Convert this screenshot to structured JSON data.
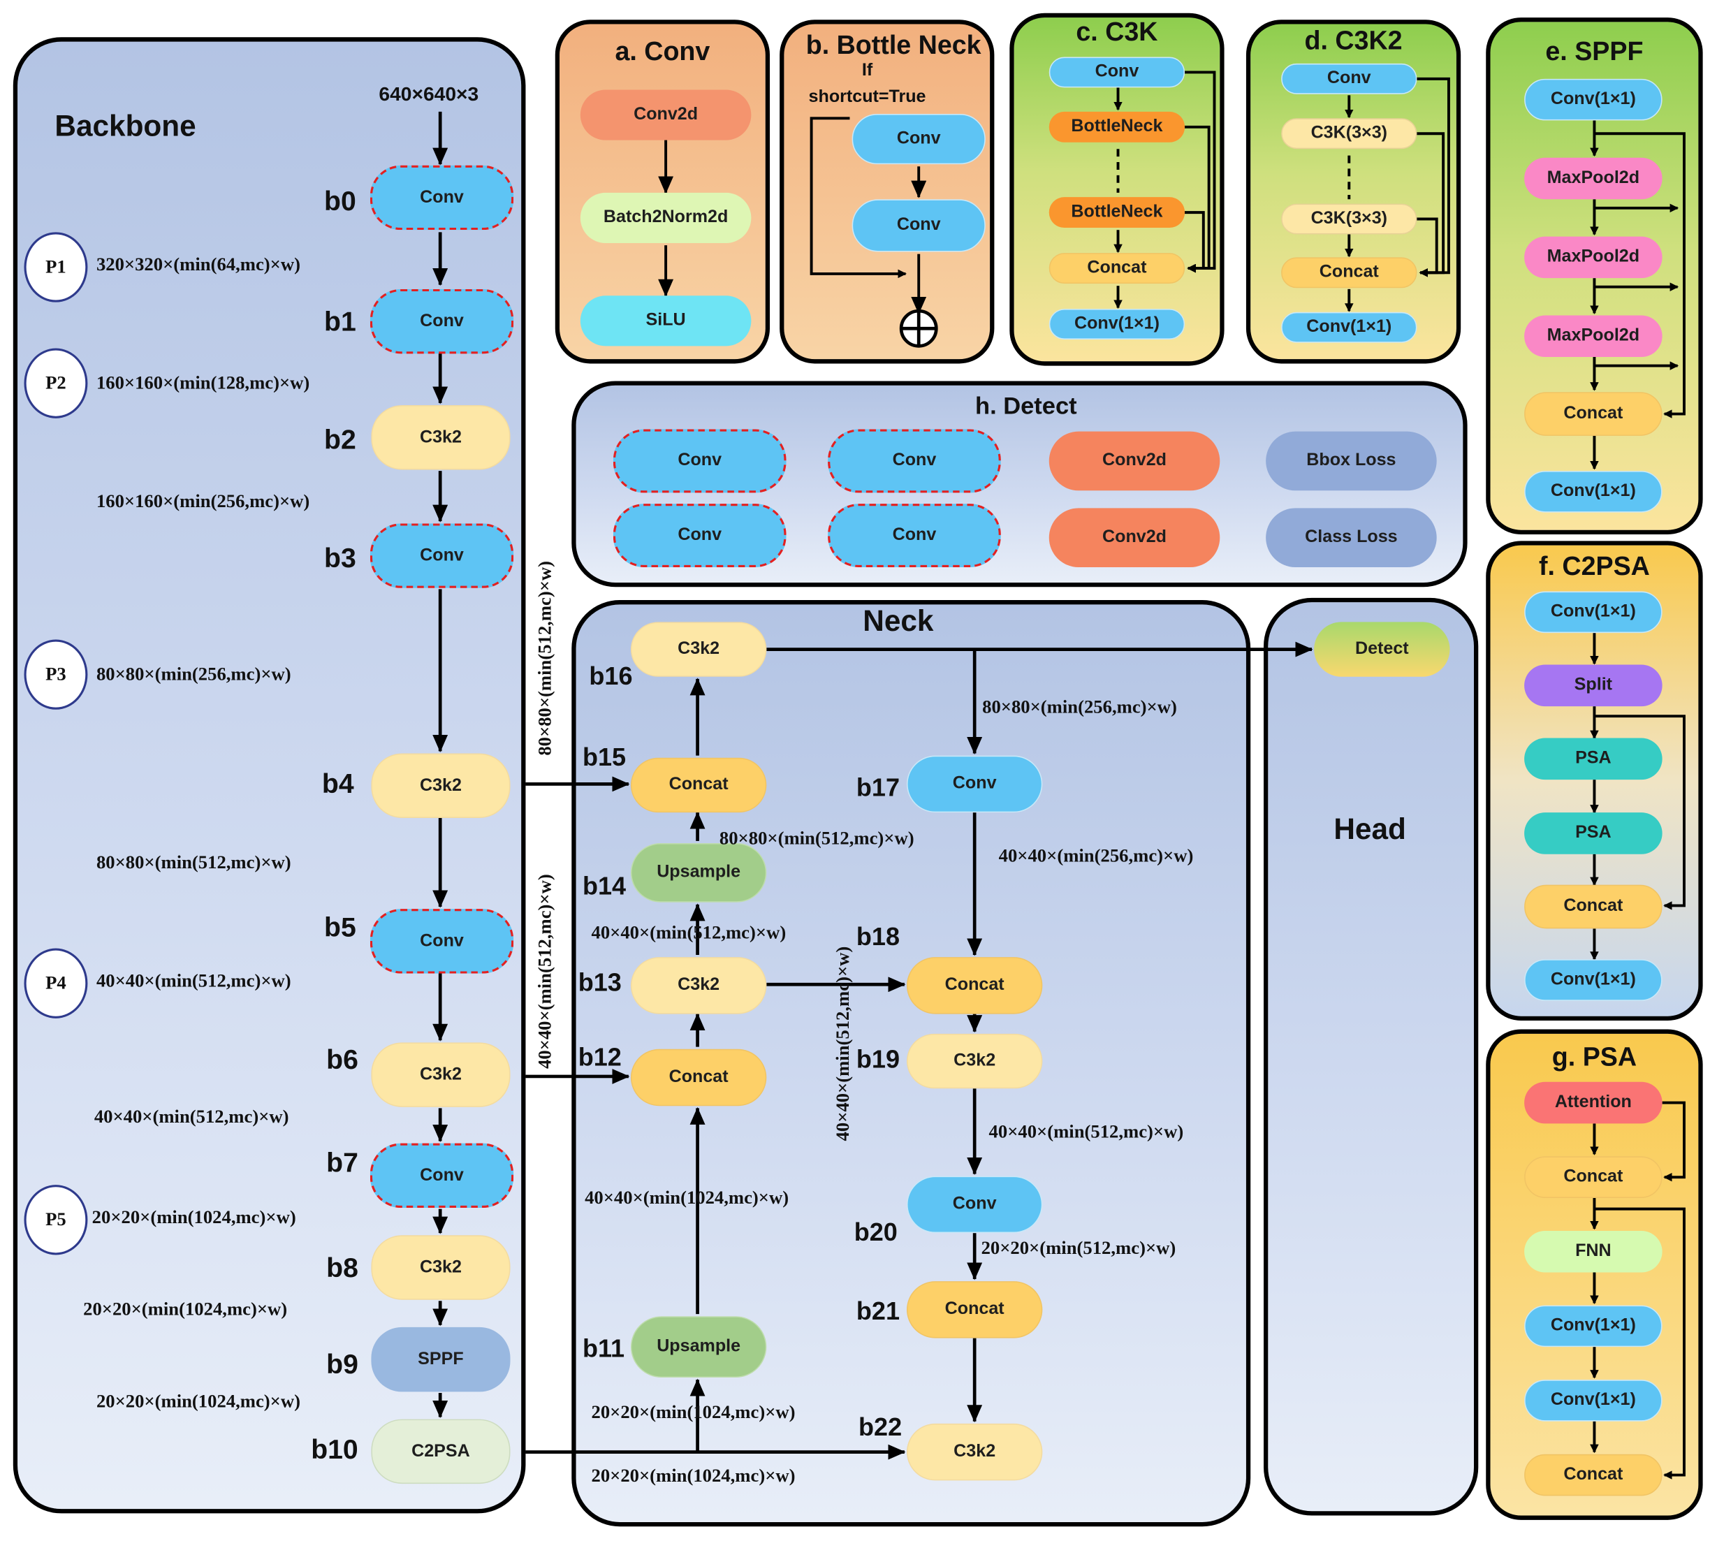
{
  "backbone": {
    "title": "Backbone",
    "input": "640×640×3",
    "blocks": [
      "b0",
      "b1",
      "b2",
      "b3",
      "b4",
      "b5",
      "b6",
      "b7",
      "b8",
      "b9",
      "b10"
    ],
    "nodes": [
      "Conv",
      "Conv",
      "C3k2",
      "Conv",
      "C3k2",
      "Conv",
      "C3k2",
      "Conv",
      "C3k2",
      "SPPF",
      "C2PSA"
    ],
    "features": [
      "P1",
      "P2",
      "P3",
      "P4",
      "P5"
    ],
    "annotations": [
      "320×320×(min(64,mc)×w)",
      "160×160×(min(128,mc)×w)",
      "160×160×(min(256,mc)×w)",
      "80×80×(min(256,mc)×w)",
      "80×80×(min(512,mc)×w)",
      "40×40×(min(512,mc)×w)",
      "40×40×(min(512,mc)×w)",
      "20×20×(min(1024,mc)×w)",
      "20×20×(min(1024,mc)×w)",
      "20×20×(min(1024,mc)×w)"
    ]
  },
  "neck": {
    "title": "Neck",
    "blocks": [
      "b11",
      "b12",
      "b13",
      "b14",
      "b15",
      "b16",
      "b17",
      "b18",
      "b19",
      "b20",
      "b21",
      "b22"
    ],
    "nodes": [
      "Upsample",
      "Concat",
      "C3k2",
      "Upsample",
      "Concat",
      "C3k2",
      "Conv",
      "Concat",
      "C3k2",
      "Conv",
      "Concat",
      "C3k2"
    ],
    "annotations": [
      "80×80×(min(256,mc)×w)",
      "80×80×(min(512,mc)×w)",
      "40×40×(min(256,mc)×w)",
      "40×40×(min(512,mc)×w)",
      "40×40×(min(512,mc)×w)",
      "40×40×(min(1024,mc)×w)",
      "20×20×(min(512,mc)×w)",
      "20×20×(min(1024,mc)×w)",
      "20×20×(min(1024,mc)×w)"
    ],
    "vertical_annotations": [
      "80×80×(min(512,mc)×w)",
      "40×40×(min(512,mc)×w)",
      "40×40×(min(512,mc)×w)"
    ]
  },
  "head": {
    "title": "Head",
    "detect": "Detect"
  },
  "panel_a": {
    "title": "a. Conv",
    "nodes": [
      "Conv2d",
      "Batch2Norm2d",
      "SiLU"
    ]
  },
  "panel_b": {
    "title": "b. Bottle Neck",
    "note_line1": "If",
    "note_line2": "shortcut=True",
    "nodes": [
      "Conv",
      "Conv"
    ]
  },
  "panel_c": {
    "title": "c. C3K",
    "nodes": [
      "Conv",
      "BottleNeck",
      "BottleNeck",
      "Concat",
      "Conv(1×1)"
    ]
  },
  "panel_d": {
    "title": "d. C3K2",
    "nodes": [
      "Conv",
      "C3K(3×3)",
      "C3K(3×3)",
      "Concat",
      "Conv(1×1)"
    ]
  },
  "panel_e": {
    "title": "e. SPPF",
    "nodes": [
      "Conv(1×1)",
      "MaxPool2d",
      "MaxPool2d",
      "MaxPool2d",
      "Concat",
      "Conv(1×1)"
    ]
  },
  "panel_f": {
    "title": "f. C2PSA",
    "nodes": [
      "Conv(1×1)",
      "Split",
      "PSA",
      "PSA",
      "Concat",
      "Conv(1×1)"
    ]
  },
  "panel_g": {
    "title": "g. PSA",
    "nodes": [
      "Attention",
      "Concat",
      "FNN",
      "Conv(1×1)",
      "Conv(1×1)",
      "Concat"
    ]
  },
  "panel_h": {
    "title": "h. Detect",
    "nodes": [
      "Conv",
      "Conv",
      "Conv2d",
      "Bbox Loss",
      "Conv",
      "Conv",
      "Conv2d",
      "Class Loss"
    ]
  },
  "colors": {
    "conv": "#5ec4f4",
    "c3k2": "#fde7a6",
    "concat": "#fdd068",
    "upsample": "#a2cd8a",
    "sppf": "#99b8e0",
    "c2psa": "#e4efd8",
    "conv2d": "#f4946e",
    "batchnorm": "#def6b4",
    "silu": "#6ee4f4",
    "bottleneck": "#fa962e",
    "maxpool": "#fa88c6",
    "split": "#a676f2",
    "psa": "#36ccc4",
    "attention": "#fa7474",
    "fnn": "#d6fab0",
    "loss": "#91aad8",
    "highlight": "#e32020"
  }
}
